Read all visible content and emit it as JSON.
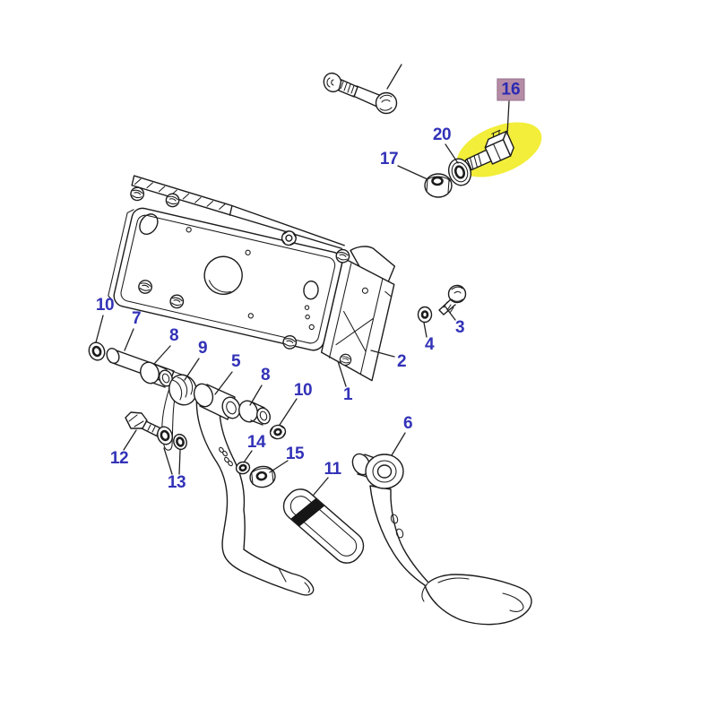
{
  "diagram": {
    "type": "exploded-parts-diagram",
    "background": "#ffffff",
    "highlighted_callout": "16",
    "colors": {
      "line": "#1c1c1c",
      "leader": "#222222",
      "callout": "#3232b8",
      "highlight_fill": "#f2ee39",
      "highlight_label_bg": "#b58ca6",
      "highlight_label_border": "#96718c",
      "highlight_label_text": "#2a2ab2"
    },
    "callouts": [
      {
        "label": "16",
        "highlighted": true
      },
      {
        "label": "20"
      },
      {
        "label": "17"
      },
      {
        "label": "3"
      },
      {
        "label": "4"
      },
      {
        "label": "2"
      },
      {
        "label": "1"
      },
      {
        "label": "10"
      },
      {
        "label": "7"
      },
      {
        "label": "8"
      },
      {
        "label": "9"
      },
      {
        "label": "5"
      },
      {
        "label": "8"
      },
      {
        "label": "10"
      },
      {
        "label": "12"
      },
      {
        "label": "13"
      },
      {
        "label": "14"
      },
      {
        "label": "15"
      },
      {
        "label": "11"
      },
      {
        "label": "6"
      }
    ]
  }
}
